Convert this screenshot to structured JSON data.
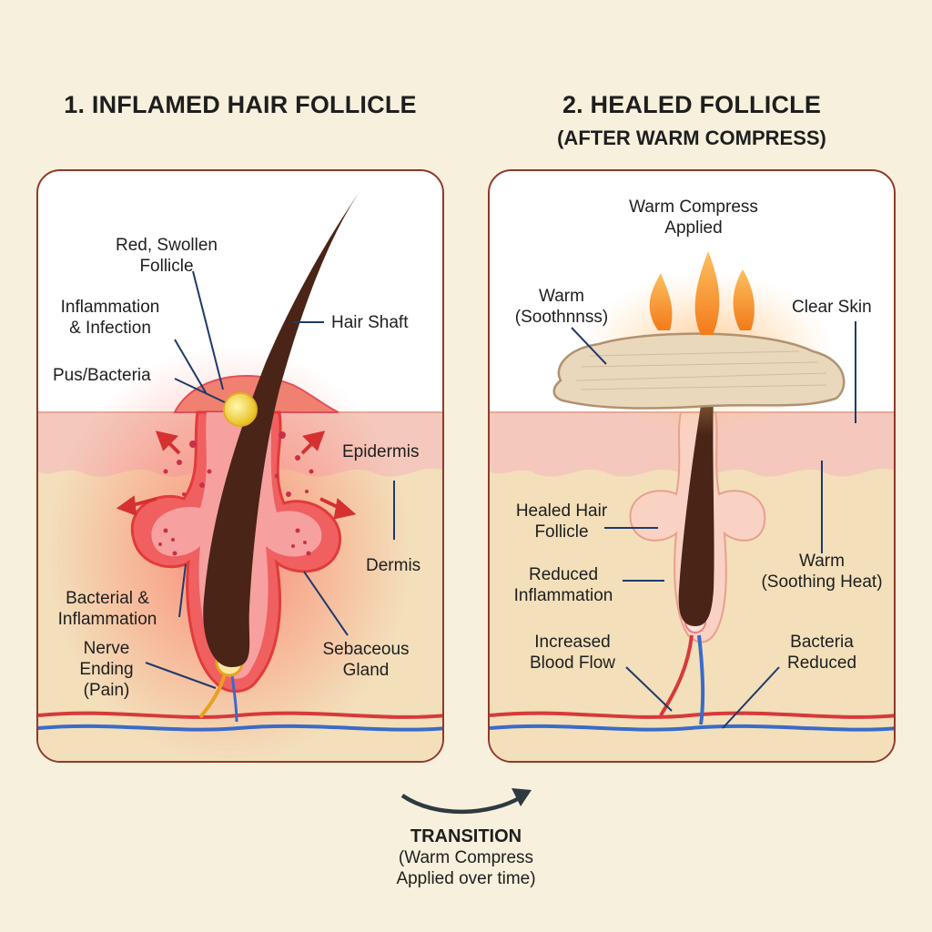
{
  "left_panel": {
    "title": "1. INFLAMED HAIR FOLLICLE",
    "labels": {
      "red_swollen": [
        "Red, Swollen",
        "Follicle"
      ],
      "inflammation_infection": [
        "Inflammation",
        "& Infection"
      ],
      "pus_bacteria": "Pus/Bacteria",
      "hair_shaft": "Hair Shaft",
      "epidermis": "Epidermis",
      "dermis": "Dermis",
      "bacterial_inflammation": [
        "Bacterial &",
        "Inflammation"
      ],
      "nerve_ending": [
        "Nerve",
        "Ending",
        "(Pain)"
      ],
      "sebaceous_gland": [
        "Sebaceous",
        "Gland"
      ]
    }
  },
  "right_panel": {
    "title": "2. HEALED FOLLICLE",
    "subtitle": "(AFTER WARM COMPRESS)",
    "labels": {
      "warm_compress_applied": [
        "Warm Compress",
        "Applied"
      ],
      "warm_soothing_top": [
        "Warm",
        "(Soothnnss)"
      ],
      "clear_skin": "Clear Skin",
      "healed_hair_follicle": [
        "Healed Hair",
        "Follicle"
      ],
      "reduced_inflammation": [
        "Reduced",
        "Inflammation"
      ],
      "warm_soothing_heat": [
        "Warm",
        "(Soothing Heat)"
      ],
      "increased_blood_flow": [
        "Increased",
        "Blood Flow"
      ],
      "bacteria_reduced": [
        "Bacteria",
        "Reduced"
      ]
    }
  },
  "transition": {
    "title": "TRANSITION",
    "lines": [
      "(Warm Compress",
      "Applied over time)"
    ]
  },
  "colors": {
    "background": "#f7f0dc",
    "panel_border": "#8f3a2a",
    "epidermis": "#f4c8bc",
    "dermis": "#f3dfba",
    "hair": "#4a2416",
    "inflammation": "#e23a3a",
    "artery": "#d63a3a",
    "vein": "#3a6bc8",
    "nerve": "#e8a020",
    "flame": "#f39a2a"
  }
}
